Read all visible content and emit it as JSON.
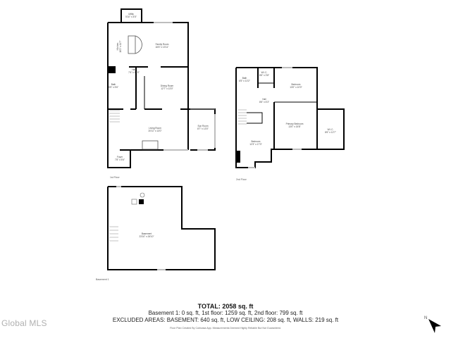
{
  "floors": [
    {
      "name": "1st Floor",
      "rooms": [
        {
          "name": "Utility",
          "dims": "5'10\" x 4'5\""
        },
        {
          "name": "Family Room",
          "dims": "16'6\" x 13'11\""
        },
        {
          "name": "Kitchen",
          "dims": "16'2\" x 11'7\""
        },
        {
          "name": "Hall",
          "dims": "7'4\" x 13'0\""
        },
        {
          "name": "Bath",
          "dims": "5'5\" x 5'6\""
        },
        {
          "name": "Dining Room",
          "dims": "12'7\" x 13'0\""
        },
        {
          "name": "Living Room",
          "dims": "20'11\" x 13'0\""
        },
        {
          "name": "Sun Room",
          "dims": "8'7\" x 13'0\""
        },
        {
          "name": "Foyer",
          "dims": "7'8\" x 5'6\""
        }
      ]
    },
    {
      "name": "2nd Floor",
      "rooms": [
        {
          "name": "Bath",
          "dims": "6'5\" x 10'2\""
        },
        {
          "name": "W.I.C.",
          "dims": "8'6\" x 3'8\""
        },
        {
          "name": "Bedroom",
          "dims": "13'0\" x 10'0\""
        },
        {
          "name": "Hall",
          "dims": "8'6\" x 6'3\""
        },
        {
          "name": "Primary Bedroom",
          "dims": "13'0\" x 15'8\""
        },
        {
          "name": "W.I.C.",
          "dims": "8'6\" x 12'7\""
        },
        {
          "name": "Bedroom",
          "dims": "12'3\" x 17'3\""
        }
      ]
    },
    {
      "name": "Basement 1",
      "rooms": [
        {
          "name": "Basement",
          "dims": "23'10\" x 26'10\""
        }
      ]
    }
  ],
  "summary": {
    "total": "TOTAL: 2058 sq. ft",
    "breakdown": "Basement 1: 0 sq. ft, 1st floor: 1259 sq. ft, 2nd floor: 799 sq. ft",
    "excluded": "EXCLUDED AREAS: BASEMENT: 640 sq. ft, LOW CEILING: 208 sq. ft, WALLS: 219 sq. ft",
    "credit": "Floor Plan Created By Cubicasa App. Measurements Deemed Highly Reliable But Not Guaranteed."
  },
  "watermark": "Global MLS",
  "compass": {
    "label": "N",
    "icon": "north-arrow-icon"
  },
  "colors": {
    "wall": "#000000",
    "window": "#bdbdbd",
    "background": "#ffffff"
  }
}
